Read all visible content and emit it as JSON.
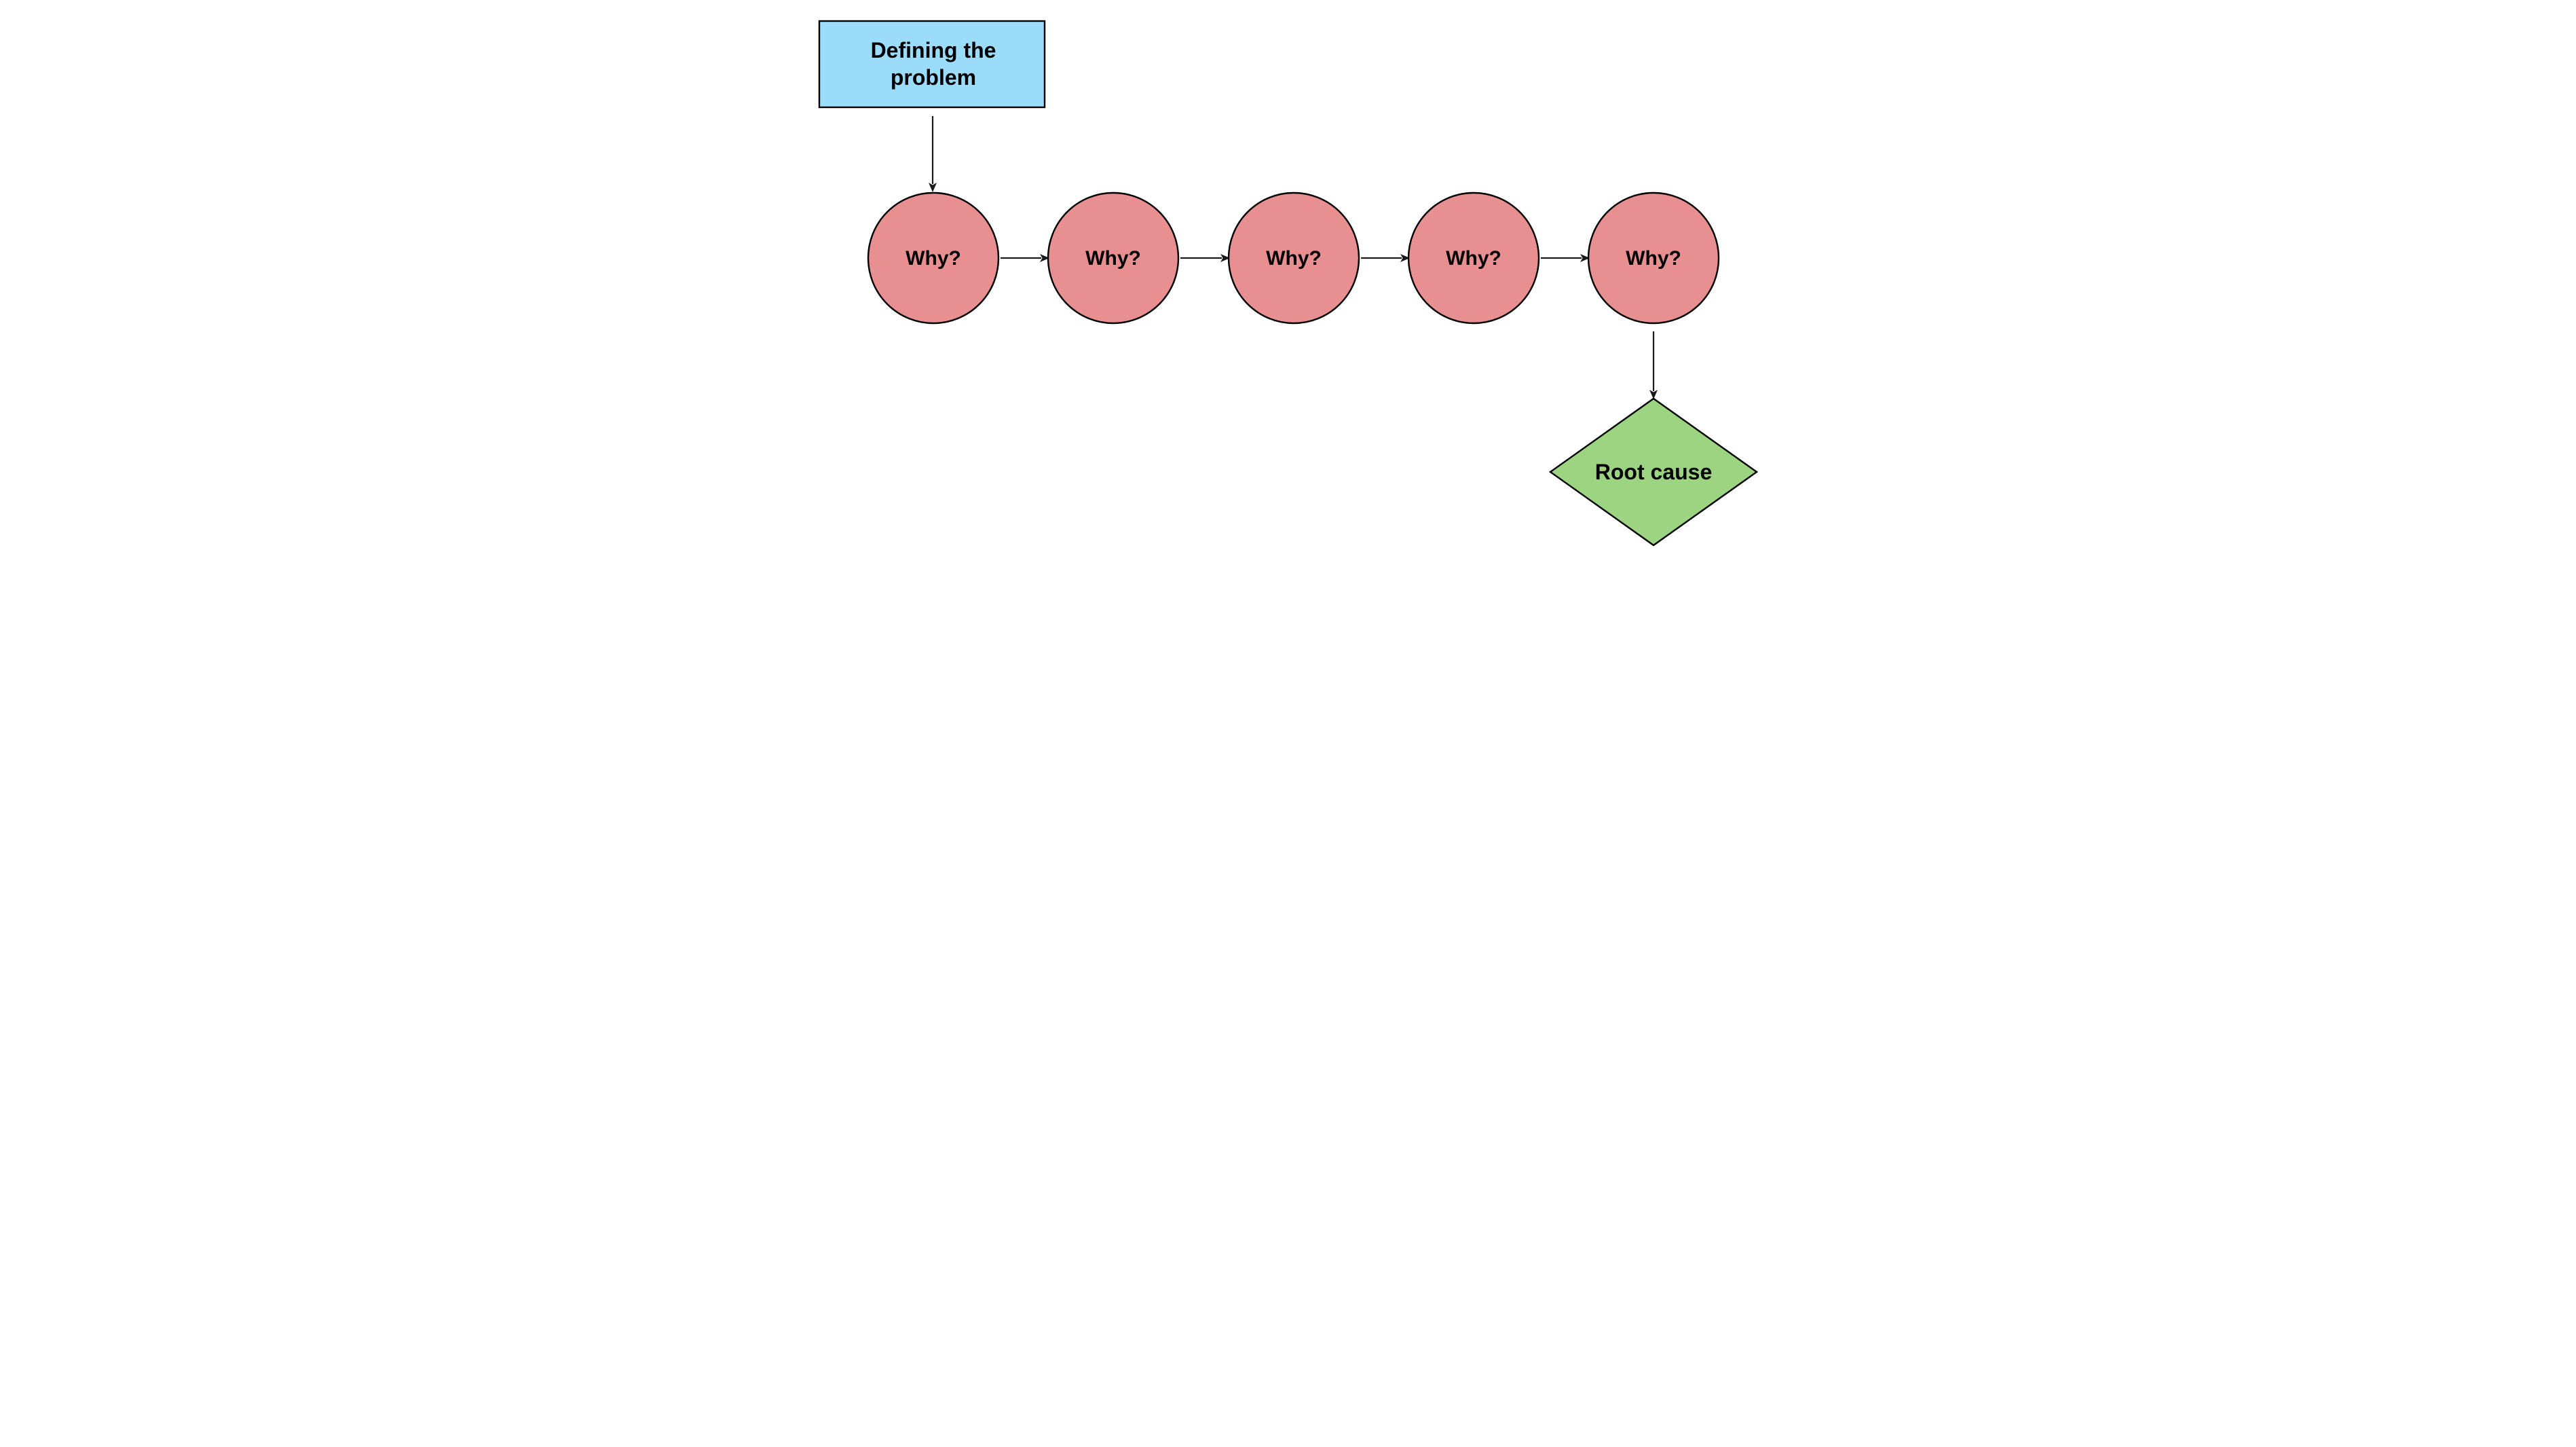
{
  "diagram": {
    "problem_node": {
      "label": "Defining the problem"
    },
    "why_nodes": [
      {
        "label": "Why?"
      },
      {
        "label": "Why?"
      },
      {
        "label": "Why?"
      },
      {
        "label": "Why?"
      },
      {
        "label": "Why?"
      }
    ],
    "root_node": {
      "label": "Root cause"
    },
    "colors": {
      "problem_fill": "#9adcfa",
      "why_fill": "#e88f92",
      "root_fill": "#9cd481",
      "stroke": "#000000",
      "arrow": "#1a1a1a",
      "canvas": "#ffffff"
    }
  }
}
